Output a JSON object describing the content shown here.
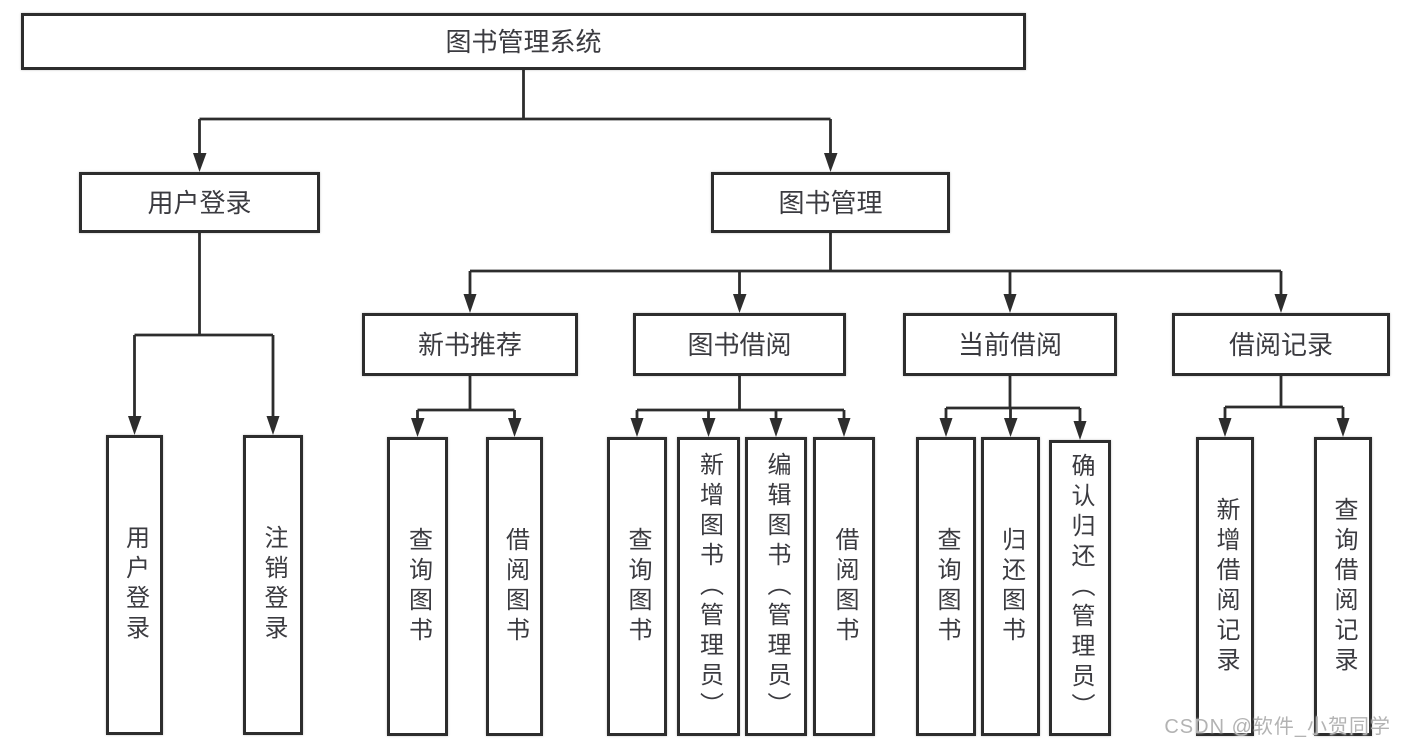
{
  "diagram": {
    "root": {
      "label": "图书管理系统"
    },
    "branches": [
      {
        "label": "用户登录",
        "children": [
          {
            "label": "用户登录"
          },
          {
            "label": "注销登录"
          }
        ]
      },
      {
        "label": "图书管理",
        "children": [
          {
            "label": "新书推荐",
            "children": [
              {
                "label": "查询图书"
              },
              {
                "label": "借阅图书"
              }
            ]
          },
          {
            "label": "图书借阅",
            "children": [
              {
                "label": "查询图书"
              },
              {
                "label": "新增图书（管理员）"
              },
              {
                "label": "编辑图书（管理员）"
              },
              {
                "label": "借阅图书"
              }
            ]
          },
          {
            "label": "当前借阅",
            "children": [
              {
                "label": "查询图书"
              },
              {
                "label": "归还图书"
              },
              {
                "label": "确认归还（管理员）"
              }
            ]
          },
          {
            "label": "借阅记录",
            "children": [
              {
                "label": "新增借阅记录"
              },
              {
                "label": "查询借阅记录"
              }
            ]
          }
        ]
      }
    ]
  },
  "watermark": {
    "text": "CSDN @软件_小贺同学"
  },
  "colors": {
    "background": "#ffffff",
    "line": "#2d2d2d",
    "text": "#3b3b40",
    "watermark": "#b3b3b3"
  }
}
